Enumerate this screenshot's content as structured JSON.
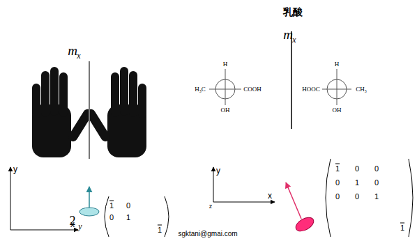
{
  "diagram": {
    "title": "乳酸",
    "labels": [
      "m",
      "x",
      "m",
      "x",
      "y",
      "x",
      "2",
      "y",
      "1",
      "0",
      "0",
      "1",
      "1",
      "H",
      "H₃C",
      "COOH",
      "OH",
      "H",
      "HOOC",
      "CH₃",
      "OH",
      "y",
      "x",
      "z",
      "1",
      "0",
      "0",
      "0",
      "1",
      "0",
      "0",
      "0",
      "1",
      "1",
      "sgktani@gmai.com"
    ]
  }
}
